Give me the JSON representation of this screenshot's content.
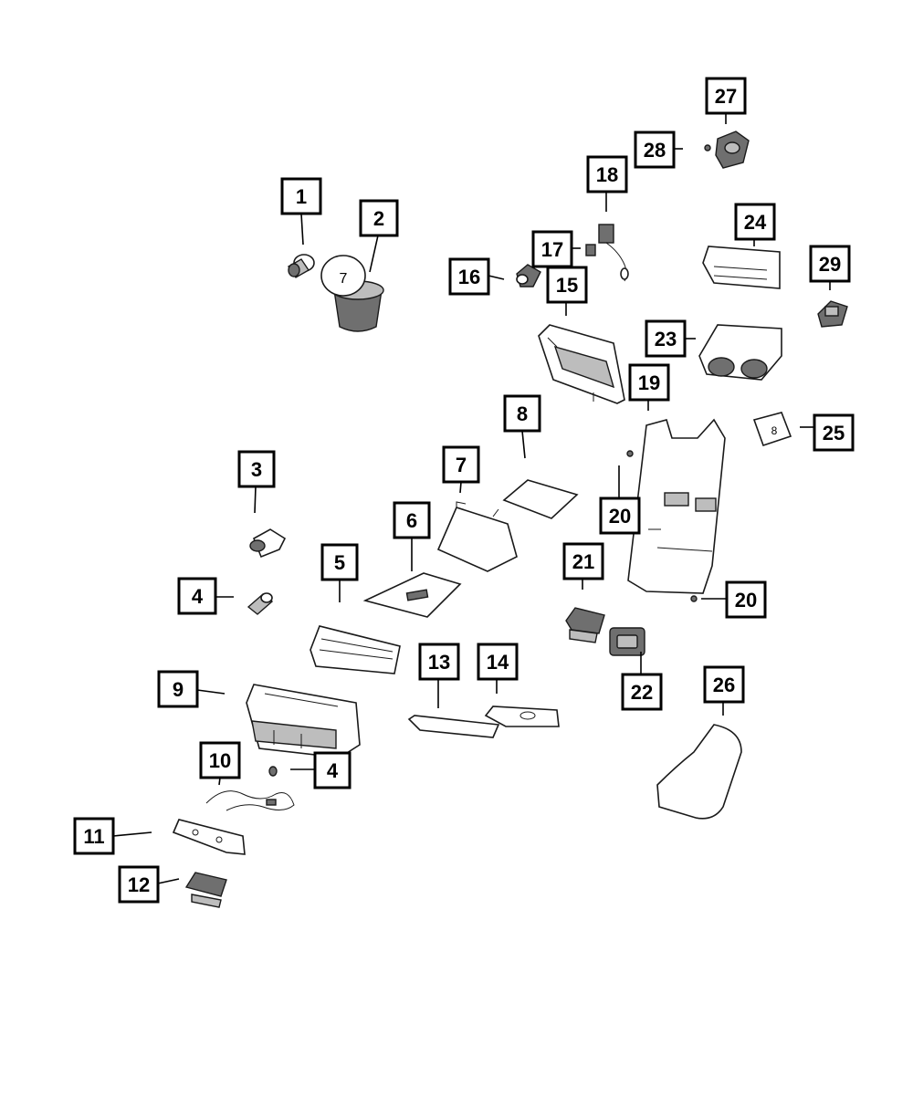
{
  "callouts": [
    {
      "id": "1",
      "label": "1"
    },
    {
      "id": "2",
      "label": "2"
    },
    {
      "id": "3",
      "label": "3"
    },
    {
      "id": "4a",
      "label": "4"
    },
    {
      "id": "4b",
      "label": "4"
    },
    {
      "id": "5",
      "label": "5"
    },
    {
      "id": "6",
      "label": "6"
    },
    {
      "id": "7",
      "label": "7"
    },
    {
      "id": "8",
      "label": "8"
    },
    {
      "id": "9",
      "label": "9"
    },
    {
      "id": "10",
      "label": "10"
    },
    {
      "id": "11",
      "label": "11"
    },
    {
      "id": "12",
      "label": "12"
    },
    {
      "id": "13",
      "label": "13"
    },
    {
      "id": "14",
      "label": "14"
    },
    {
      "id": "15",
      "label": "15"
    },
    {
      "id": "16",
      "label": "16"
    },
    {
      "id": "17",
      "label": "17"
    },
    {
      "id": "18",
      "label": "18"
    },
    {
      "id": "19",
      "label": "19"
    },
    {
      "id": "20a",
      "label": "20"
    },
    {
      "id": "20b",
      "label": "20"
    },
    {
      "id": "21",
      "label": "21"
    },
    {
      "id": "22",
      "label": "22"
    },
    {
      "id": "23",
      "label": "23"
    },
    {
      "id": "24",
      "label": "24"
    },
    {
      "id": "25",
      "label": "25"
    },
    {
      "id": "26",
      "label": "26"
    },
    {
      "id": "27",
      "label": "27"
    },
    {
      "id": "28",
      "label": "28"
    },
    {
      "id": "29",
      "label": "29"
    }
  ],
  "part_marks": {
    "cupholder_lid_mark": "7",
    "bin_door_mark": "8"
  },
  "colors": {
    "line": "#000000",
    "background": "#ffffff",
    "shade_dark": "#6f6f6f",
    "shade_mid": "#bdbdbd"
  }
}
